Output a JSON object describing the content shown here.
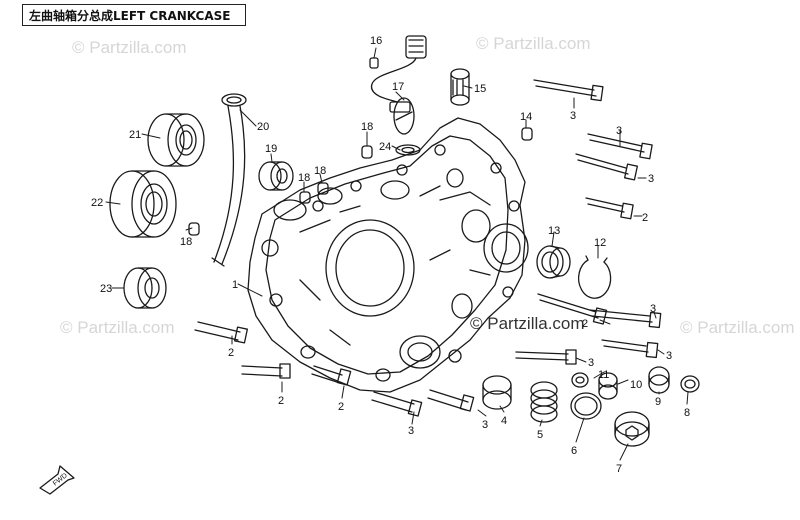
{
  "title": "左曲轴箱分总成LEFT CRANKCASE",
  "watermark": "© Partzilla.com",
  "fwd_label": "FWD",
  "colors": {
    "line": "#1a1a1a",
    "watermark": "#d6d6d6"
  },
  "callouts": [
    {
      "id": "c1",
      "text": "1"
    },
    {
      "id": "c2a",
      "text": "2"
    },
    {
      "id": "c2b",
      "text": "2"
    },
    {
      "id": "c2c",
      "text": "2"
    },
    {
      "id": "c2d",
      "text": "2"
    },
    {
      "id": "c2e",
      "text": "2"
    },
    {
      "id": "c3a",
      "text": "3"
    },
    {
      "id": "c3b",
      "text": "3"
    },
    {
      "id": "c3c",
      "text": "3"
    },
    {
      "id": "c3d",
      "text": "3"
    },
    {
      "id": "c3e",
      "text": "3"
    },
    {
      "id": "c3f",
      "text": "3"
    },
    {
      "id": "c3g",
      "text": "3"
    },
    {
      "id": "c3h",
      "text": "3"
    },
    {
      "id": "c4",
      "text": "4"
    },
    {
      "id": "c5",
      "text": "5"
    },
    {
      "id": "c6",
      "text": "6"
    },
    {
      "id": "c7",
      "text": "7"
    },
    {
      "id": "c8",
      "text": "8"
    },
    {
      "id": "c9",
      "text": "9"
    },
    {
      "id": "c10",
      "text": "10"
    },
    {
      "id": "c11",
      "text": "11"
    },
    {
      "id": "c12",
      "text": "12"
    },
    {
      "id": "c13",
      "text": "13"
    },
    {
      "id": "c14",
      "text": "14"
    },
    {
      "id": "c15",
      "text": "15"
    },
    {
      "id": "c16",
      "text": "16"
    },
    {
      "id": "c17",
      "text": "17"
    },
    {
      "id": "c18a",
      "text": "18"
    },
    {
      "id": "c18b",
      "text": "18"
    },
    {
      "id": "c18c",
      "text": "18"
    },
    {
      "id": "c18d",
      "text": "18"
    },
    {
      "id": "c19",
      "text": "19"
    },
    {
      "id": "c20",
      "text": "20"
    },
    {
      "id": "c21",
      "text": "21"
    },
    {
      "id": "c22",
      "text": "22"
    },
    {
      "id": "c23",
      "text": "23"
    },
    {
      "id": "c24",
      "text": "24"
    }
  ]
}
